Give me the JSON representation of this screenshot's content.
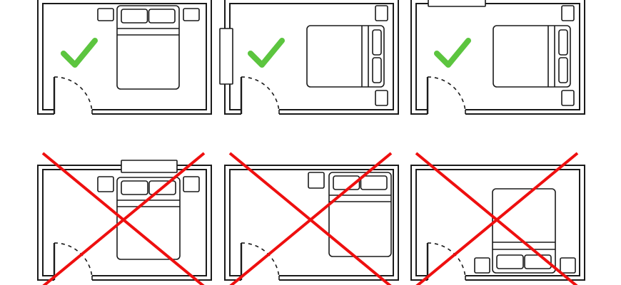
{
  "colors": {
    "line": "#1a1a1a",
    "check": "#5cc53f",
    "cross": "#ee0f0f",
    "background": "#ffffff"
  },
  "rooms": [
    {
      "id": "room-1",
      "verdict": "correct",
      "icon": "checkmark-icon",
      "bed": "vertical-top-wall",
      "window": "none"
    },
    {
      "id": "room-2",
      "verdict": "correct",
      "icon": "checkmark-icon",
      "bed": "horizontal-right-wall",
      "window": "left"
    },
    {
      "id": "room-3",
      "verdict": "correct",
      "icon": "checkmark-icon",
      "bed": "horizontal-right-wall",
      "window": "top"
    },
    {
      "id": "room-4",
      "verdict": "incorrect",
      "icon": "cross-icon",
      "bed": "under-window",
      "window": "top"
    },
    {
      "id": "room-5",
      "verdict": "incorrect",
      "icon": "cross-icon",
      "bed": "corner",
      "window": "none"
    },
    {
      "id": "room-6",
      "verdict": "incorrect",
      "icon": "cross-icon",
      "bed": "facing-door-wall",
      "window": "none"
    }
  ]
}
